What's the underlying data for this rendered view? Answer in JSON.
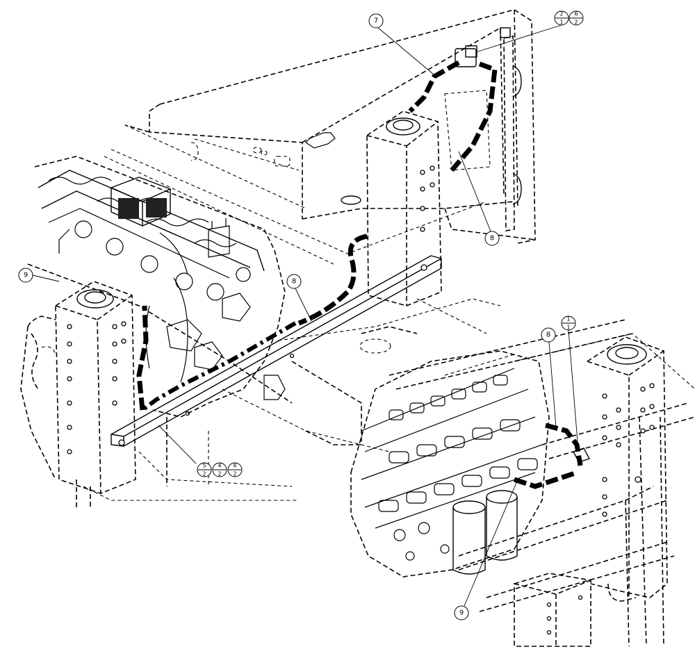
{
  "callouts": {
    "c7": "7",
    "c2_1_top": "2",
    "c2_1_bot": "1",
    "c6_2_top": "6",
    "c6_2_bot": "2",
    "c8_upper": "8",
    "c8_middle": "8",
    "c9_left": "9",
    "c5_2_top": "5",
    "c5_2_bot": "2",
    "c4_2_top": "4",
    "c4_2_bot": "2",
    "c6_2b_top": "6",
    "c6_2b_bot": "2",
    "c8_right": "8",
    "c1_1_top": "1",
    "c1_1_bot": "1",
    "c9_bottom": "9"
  }
}
